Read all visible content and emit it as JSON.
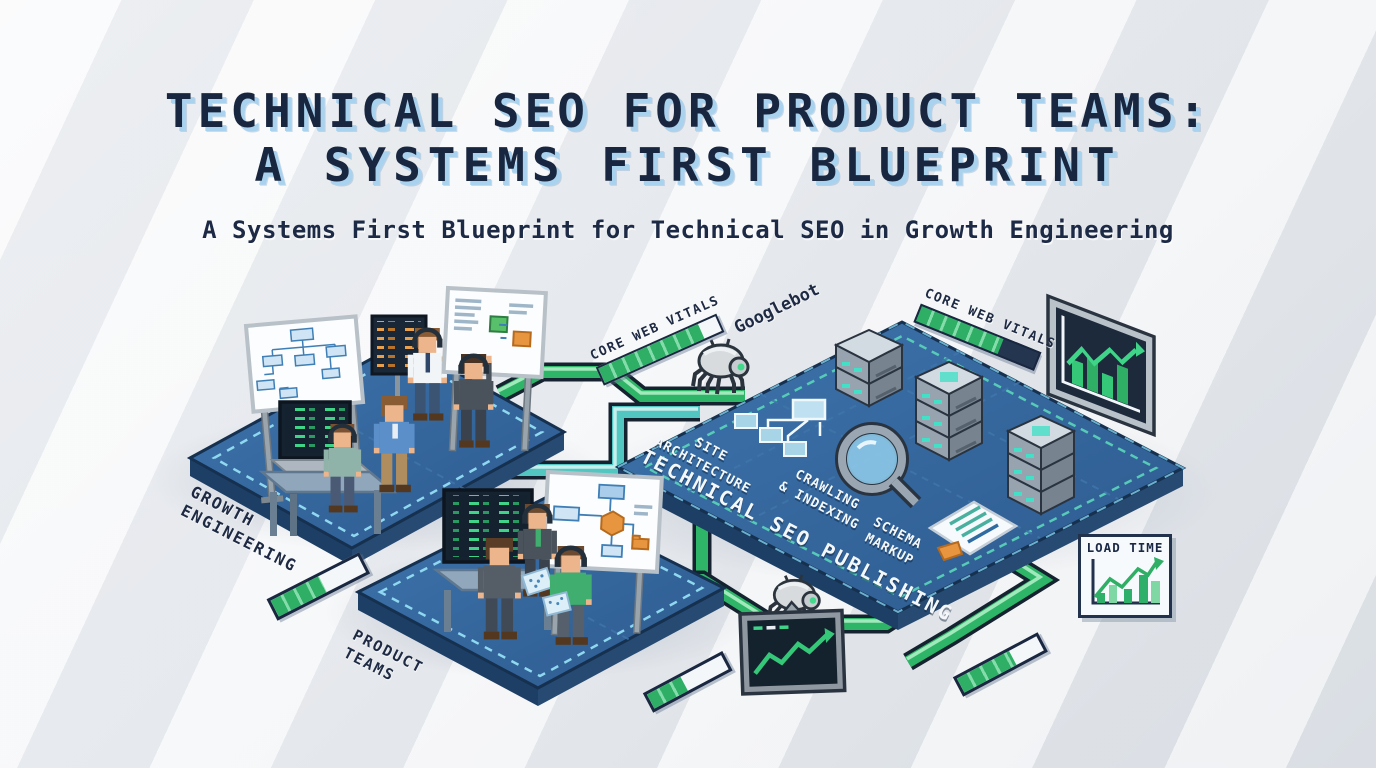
{
  "header": {
    "title_line1": "TECHNICAL SEO FOR PRODUCT TEAMS:",
    "title_line2": "A SYSTEMS FIRST BLUEPRINT",
    "subtitle": "A Systems First Blueprint for Technical SEO in Growth Engineering"
  },
  "platforms": {
    "growth_engineering_label": "GROWTH\nENGINEERING",
    "product_teams_label": "PRODUCT\nTEAMS",
    "publishing_platform": {
      "site_architecture_label": "SITE\nARCHITECTURE",
      "crawling_indexing_label": "CRAWLING\n& INDEXING",
      "main_label": "TECHNICAL SEO PUBLISHING",
      "schema_markup_label": "SCHEMA\nMARKUP"
    }
  },
  "crawler": {
    "googlebot_label": "Googlebot"
  },
  "metrics": {
    "core_web_vitals_left": {
      "label": "CORE WEB VITALS",
      "percent": 85
    },
    "core_web_vitals_right": {
      "label": "CORE WEB VITALS",
      "percent": 70
    },
    "growth_progress_bar": {
      "percent": 55
    },
    "bottom_left_progress_bar": {
      "percent": 45
    },
    "bottom_right_progress_bar": {
      "percent": 65
    },
    "load_time": {
      "label": "LOAD TIME"
    }
  },
  "colors": {
    "title_navy": "#18263f",
    "title_shadow_blue": "#a9d2ee",
    "platform_blue": "#33669e",
    "platform_side_dark": "#1d3f66",
    "dashed_border_cyan": "#8fd8f0",
    "pipe_green": "#2fb567",
    "pipe_teal": "#52c6c0",
    "chart_green": "#2fae66",
    "accent_orange": "#e8953f",
    "server_teal_light": "#43e0c8",
    "background_gray": "#edeff2"
  }
}
